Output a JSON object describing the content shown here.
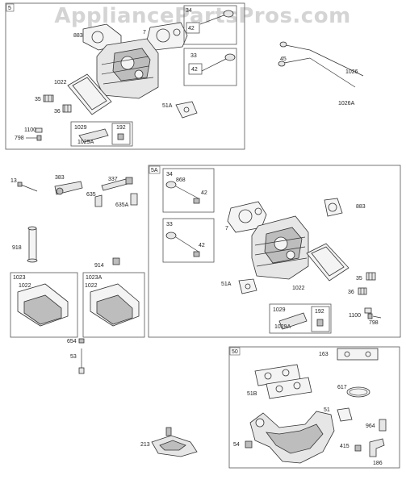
{
  "watermark": "AppliancePartsPros.com",
  "groups": {
    "g5": "5",
    "g5a": "5A",
    "g50": "50",
    "g1023": "1023",
    "g1023a": "1023A",
    "g1029_top": "1029",
    "g192_top": "192",
    "g1029_mid": "1029",
    "g192_mid": "192",
    "g34_top": "34",
    "g33_top": "33",
    "g34_mid": "34",
    "g33_mid": "33"
  },
  "callouts": {
    "c883_top": "883",
    "c7_top": "7",
    "c42_a": "42",
    "c42_b": "42",
    "c1022_top": "1022",
    "c35_top": "35",
    "c36_top": "36",
    "c51a_top": "51A",
    "c1100_top": "1100",
    "c798_top": "798",
    "c1029a_top": "1029A",
    "c45": "45",
    "c1026": "1026",
    "c1026a": "1026A",
    "c13": "13",
    "c383": "383",
    "c337": "337",
    "c635": "635",
    "c635a": "635A",
    "c918": "918",
    "c914": "914",
    "c1022_l1": "1022",
    "c1022_l2": "1022",
    "c654": "654",
    "c53": "53",
    "c868": "868",
    "c42_c": "42",
    "c42_d": "42",
    "c883_mid": "883",
    "c7_mid": "7",
    "c51a_mid": "51A",
    "c1022_mid": "1022",
    "c35_mid": "35",
    "c36_mid": "36",
    "c1029a_mid": "1029A",
    "c1100_mid": "1100",
    "c798_mid": "798",
    "c163": "163",
    "c617": "617",
    "c51b": "51B",
    "c51": "51",
    "c964": "964",
    "c54": "54",
    "c415": "415",
    "c186": "186",
    "c213": "213"
  }
}
